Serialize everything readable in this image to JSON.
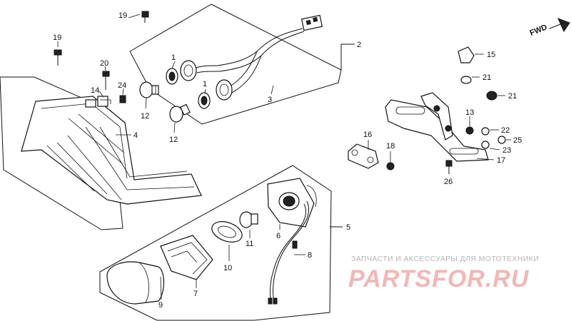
{
  "diagram": {
    "fwd_label": "FWD",
    "callouts": {
      "c1a": "1",
      "c1b": "1",
      "c2": "2",
      "c3": "3",
      "c4": "4",
      "c5": "5",
      "c6": "6",
      "c7": "7",
      "c8": "8",
      "c9": "9",
      "c10": "10",
      "c11": "11",
      "c12a": "12",
      "c12b": "12",
      "c13": "13",
      "c14": "14",
      "c15": "15",
      "c16": "16",
      "c17": "17",
      "c18": "18",
      "c19a": "19",
      "c19b": "19",
      "c20": "20",
      "c21a": "21",
      "c21b": "21",
      "c22": "22",
      "c23": "23",
      "c24": "24",
      "c25": "25",
      "c26": "26"
    }
  },
  "watermark": {
    "tagline": "ЗАПЧАСТИ И АКСЕССУАРЫ ДЛЯ МОТОТЕХНИКИ",
    "logo": "PARTSFOR.RU"
  },
  "colors": {
    "ink": "#111111",
    "watermark_logo": "#f2b7b7",
    "watermark_text": "#b5b5b5"
  }
}
